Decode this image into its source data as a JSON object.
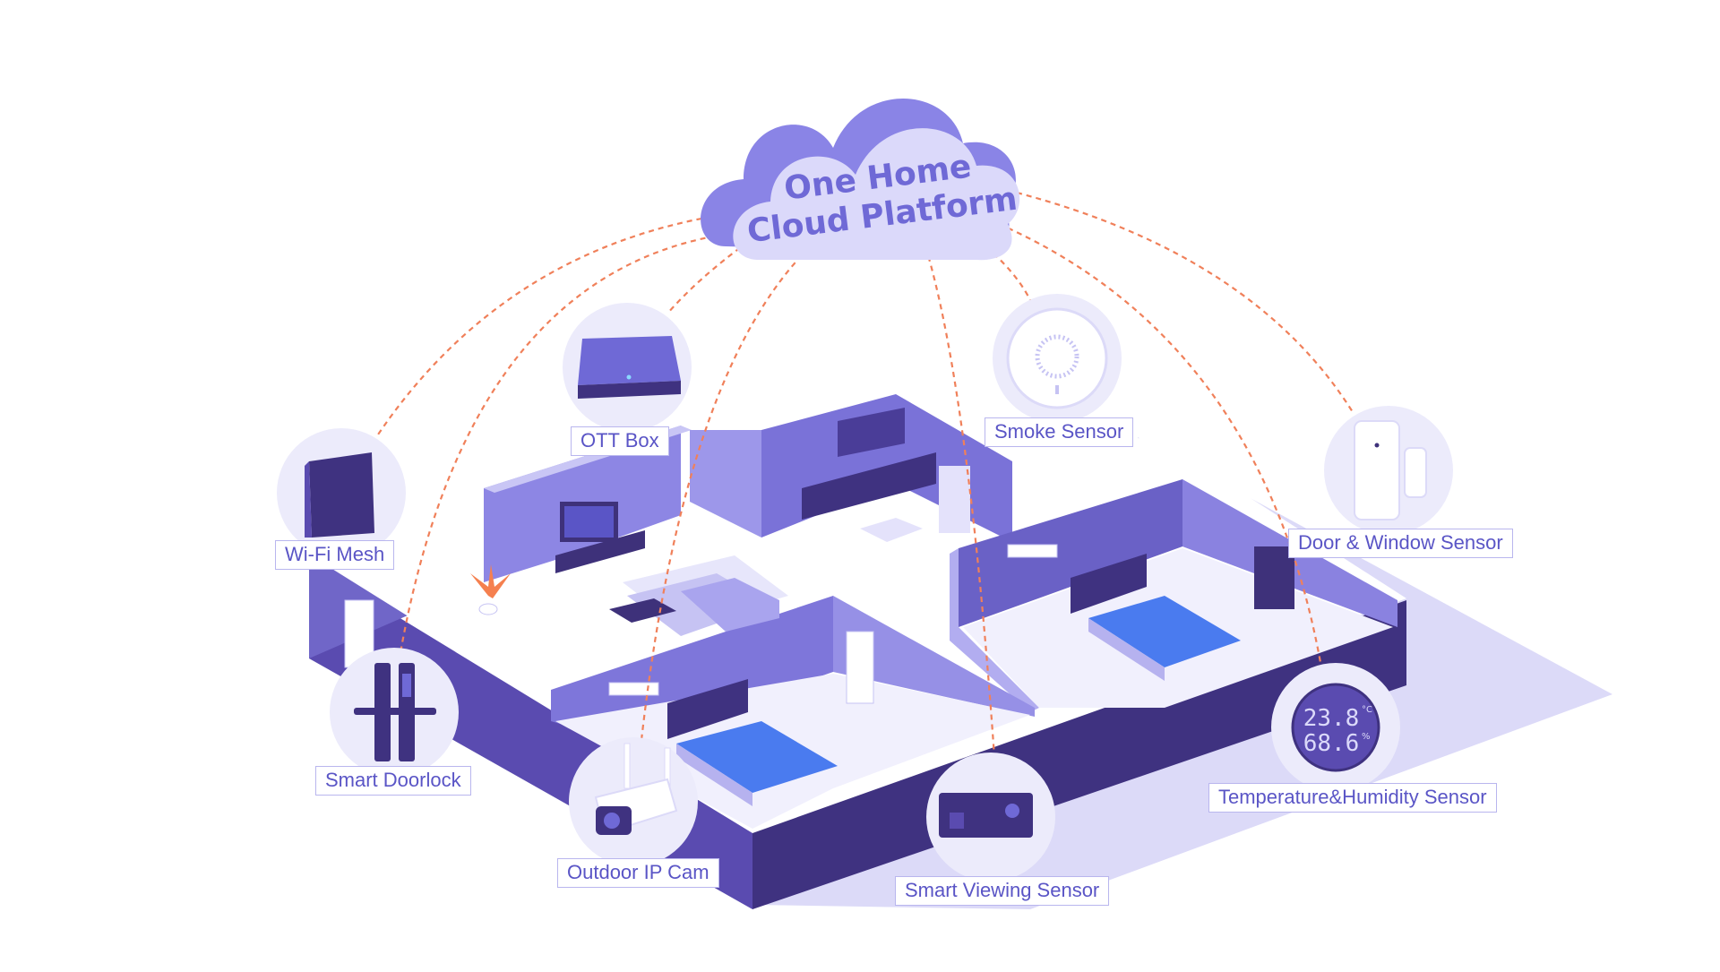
{
  "cloud": {
    "line1": "One Home",
    "line2": "Cloud Platform"
  },
  "devices": {
    "wifi_mesh": "Wi-Fi Mesh",
    "ott_box": "OTT Box",
    "smoke_sensor": "Smoke Sensor",
    "door_window_sensor": "Door & Window Sensor",
    "smart_doorlock": "Smart Doorlock",
    "outdoor_ip_cam": "Outdoor IP Cam",
    "smart_viewing_sensor": "Smart Viewing Sensor",
    "temp_humidity_sensor": "Temperature&Humidity Sensor"
  },
  "thermostat_display": {
    "temperature": "23.8",
    "temperature_unit": "°C",
    "humidity": "68.6",
    "humidity_unit": "%"
  },
  "colors": {
    "connection_line": "#f0805a",
    "brand_purple": "#6f69d6",
    "dark_purple": "#3e317a",
    "light_purple": "#ecebfb"
  }
}
